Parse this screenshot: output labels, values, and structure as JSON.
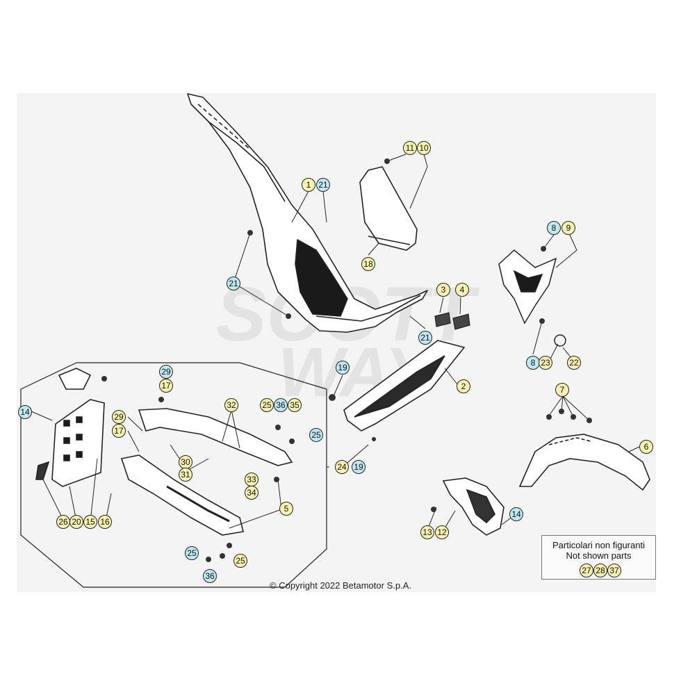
{
  "copyright": "© Copyright 2022 Betamotor S.p.A.",
  "legend": {
    "line1": "Particolari non figuranti",
    "line2": "Not shown parts",
    "parts": [
      "27",
      "28",
      "37"
    ]
  },
  "colors": {
    "callout_yellow": "#f8f1b0",
    "callout_cyan": "#bfe8f3",
    "line": "#222222"
  },
  "callouts": [
    {
      "label": "11",
      "color": "yellow"
    },
    {
      "label": "10",
      "color": "yellow"
    },
    {
      "label": "1",
      "color": "yellow"
    },
    {
      "label": "21",
      "color": "cyan"
    },
    {
      "label": "8",
      "color": "cyan"
    },
    {
      "label": "9",
      "color": "yellow"
    },
    {
      "label": "18",
      "color": "yellow"
    },
    {
      "label": "21",
      "color": "cyan"
    },
    {
      "label": "3",
      "color": "yellow"
    },
    {
      "label": "4",
      "color": "yellow"
    },
    {
      "label": "21",
      "color": "cyan"
    },
    {
      "label": "8",
      "color": "cyan"
    },
    {
      "label": "23",
      "color": "yellow"
    },
    {
      "label": "22",
      "color": "yellow"
    },
    {
      "label": "19",
      "color": "cyan"
    },
    {
      "label": "2",
      "color": "yellow"
    },
    {
      "label": "7",
      "color": "yellow"
    },
    {
      "label": "19",
      "color": "cyan"
    },
    {
      "label": "6",
      "color": "yellow"
    },
    {
      "label": "29",
      "color": "cyan"
    },
    {
      "label": "17",
      "color": "yellow"
    },
    {
      "label": "14",
      "color": "cyan"
    },
    {
      "label": "32",
      "color": "yellow"
    },
    {
      "label": "25",
      "color": "yellow"
    },
    {
      "label": "36",
      "color": "cyan"
    },
    {
      "label": "35",
      "color": "yellow"
    },
    {
      "label": "29",
      "color": "yellow"
    },
    {
      "label": "17",
      "color": "yellow"
    },
    {
      "label": "25",
      "color": "cyan"
    },
    {
      "label": "30",
      "color": "yellow"
    },
    {
      "label": "31",
      "color": "yellow"
    },
    {
      "label": "24",
      "color": "yellow"
    },
    {
      "label": "33",
      "color": "yellow"
    },
    {
      "label": "34",
      "color": "yellow"
    },
    {
      "label": "5",
      "color": "yellow"
    },
    {
      "label": "26",
      "color": "yellow"
    },
    {
      "label": "20",
      "color": "yellow"
    },
    {
      "label": "15",
      "color": "yellow"
    },
    {
      "label": "16",
      "color": "yellow"
    },
    {
      "label": "25",
      "color": "cyan"
    },
    {
      "label": "25",
      "color": "yellow"
    },
    {
      "label": "36",
      "color": "cyan"
    },
    {
      "label": "14",
      "color": "cyan"
    },
    {
      "label": "13",
      "color": "yellow"
    },
    {
      "label": "12",
      "color": "yellow"
    }
  ]
}
